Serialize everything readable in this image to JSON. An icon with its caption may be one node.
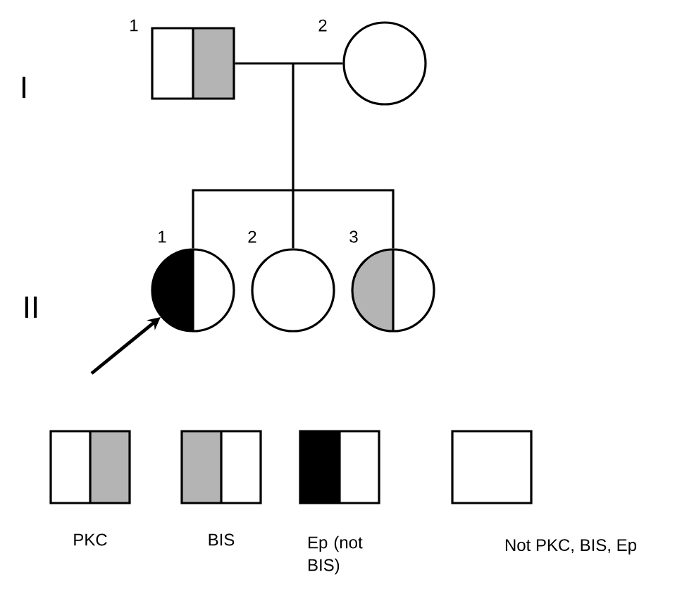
{
  "diagram": {
    "nodes": [
      {
        "text": [],
        "shape": "box",
        "beside": [
          "1"
        ]
      },
      {
        "text": [],
        "shape": "circle",
        "beside": [
          "2"
        ]
      },
      {
        "text": [],
        "shape": "circle",
        "beside": [
          "1"
        ]
      },
      {
        "text": [],
        "shape": "circle",
        "beside": [
          "2"
        ]
      },
      {
        "text": [],
        "shape": "circle",
        "beside": [
          "3"
        ]
      }
    ],
    "edges": [
      {
        "from": 0,
        "to": 1,
        "arrow": "none"
      },
      {
        "from": 0,
        "to": 2,
        "arrow": "none"
      },
      {
        "from": 0,
        "to": 3,
        "arrow": "none"
      },
      {
        "from": 0,
        "to": 4,
        "arrow": "none"
      },
      {
        "from": 1,
        "to": 2,
        "arrow": "none"
      },
      {
        "from": 1,
        "to": 3,
        "arrow": "none"
      },
      {
        "from": 1,
        "to": 4,
        "arrow": "none"
      },
      {
        "from": null,
        "to": 2,
        "arrow": "to"
      }
    ],
    "labels": [
      "I",
      "II"
    ],
    "legend": [
      {
        "text": "PKC"
      },
      {
        "text": "BIS"
      },
      {
        "text": "Ep (not BIS)"
      },
      {
        "text": "Not PKC, BIS, Ep"
      }
    ]
  }
}
